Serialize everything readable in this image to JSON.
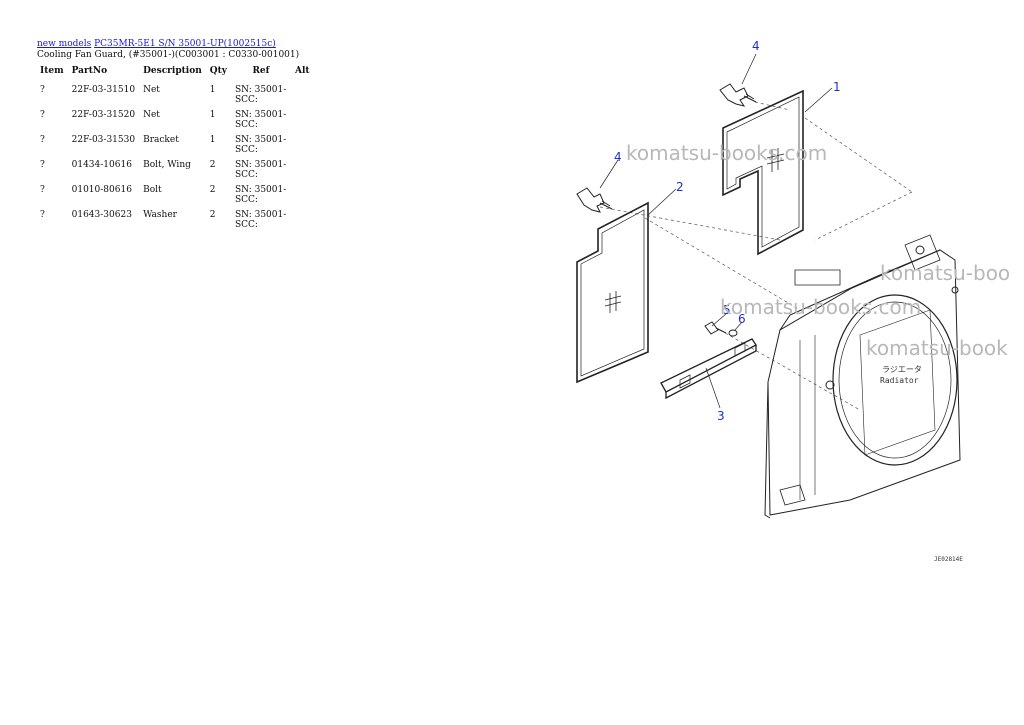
{
  "breadcrumb": {
    "link1": "new models",
    "link2": "PC35MR-5E1 S/N 35001-UP(1002515c)"
  },
  "subtitle": "Cooling Fan Guard, (#35001-)(C003001 : C0330-001001)",
  "table": {
    "headers": [
      "Item",
      "PartNo",
      "Description",
      "Qty",
      "Ref",
      "Alt"
    ],
    "rows": [
      {
        "item": "?",
        "part": "22F-03-31510",
        "desc": "Net",
        "qty": "1",
        "ref": "SN: 35001-SCC:",
        "alt": ""
      },
      {
        "item": "?",
        "part": "22F-03-31520",
        "desc": "Net",
        "qty": "1",
        "ref": "SN: 35001-SCC:",
        "alt": ""
      },
      {
        "item": "?",
        "part": "22F-03-31530",
        "desc": "Bracket",
        "qty": "1",
        "ref": "SN: 35001-SCC:",
        "alt": ""
      },
      {
        "item": "?",
        "part": "01434-10616",
        "desc": "Bolt, Wing",
        "qty": "2",
        "ref": "SN: 35001-SCC:",
        "alt": ""
      },
      {
        "item": "?",
        "part": "01010-80616",
        "desc": "Bolt",
        "qty": "2",
        "ref": "SN: 35001-SCC:",
        "alt": ""
      },
      {
        "item": "?",
        "part": "01643-30623",
        "desc": "Washer",
        "qty": "2",
        "ref": "SN: 35001-SCC:",
        "alt": ""
      }
    ]
  },
  "diagram": {
    "callouts": [
      "4",
      "1",
      "4",
      "2",
      "5",
      "6",
      "3"
    ],
    "watermarks": [
      "komatsu-books.com",
      "komatsu-boo",
      "komatsu-books.com",
      "komatsu-book"
    ],
    "label_jp": "ラジエータ",
    "label_en": "Radiator",
    "code": "JE02814E",
    "colors": {
      "callout": "#1e2fcf",
      "watermark": "#b8b8b8",
      "link": "#1a1adb"
    }
  }
}
